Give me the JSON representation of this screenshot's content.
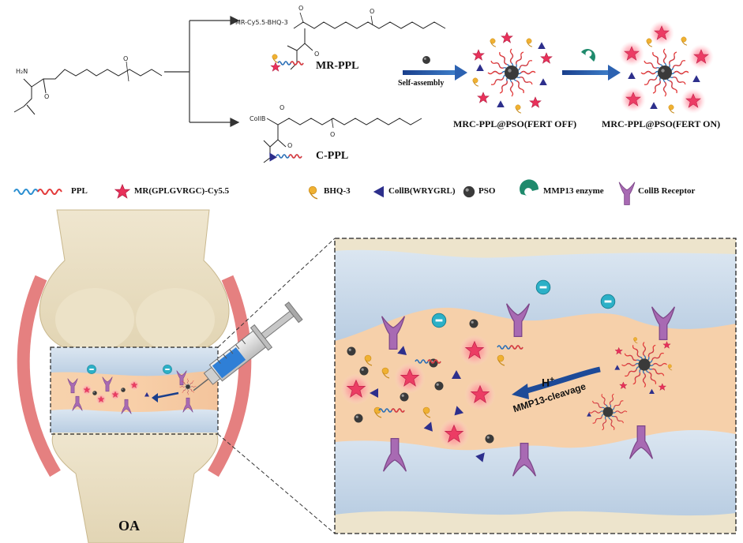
{
  "colors": {
    "blue": "#2b6fb6",
    "red_star": "#e8315a",
    "bhq": "#f0b132",
    "collb": "#2d2f8c",
    "pso": "#3a3a3a",
    "mmp13": "#1f8a6c",
    "receptor": "#a86ab3",
    "cartilage": "#c8d9ea",
    "joint_fluid": "#f5c9a3"
  },
  "top": {
    "chem_left": {
      "nh2": "H₂N",
      "o": "O",
      "o2": "O"
    },
    "chem_top": {
      "prefix": "MR-Cy5.5-BHQ-3",
      "o": "O",
      "o2": "O",
      "o3": "O"
    },
    "chem_bottom": {
      "prefix": "CollB",
      "o": "O",
      "o2": "O",
      "o3": "O"
    },
    "mr_ppl_label": "MR-PPL",
    "c_ppl_label": "C-PPL",
    "self_assembly_label": "Self-assembly",
    "fert_off_label": "MRC-PPL@PSO(FERT OFF)",
    "fert_on_label": "MRC-PPL@PSO(FERT ON)"
  },
  "legend": {
    "items": [
      {
        "icon": "ppl-wave-icon",
        "label": "PPL"
      },
      {
        "icon": "red-star-icon",
        "label": "MR(GPLGVRGC)-Cy5.5"
      },
      {
        "icon": "bhq-icon",
        "label": "BHQ-3"
      },
      {
        "icon": "collb-triangle-icon",
        "label": "CollB(WRYGRL)"
      },
      {
        "icon": "pso-ball-icon",
        "label": "PSO"
      },
      {
        "icon": "mmp13-enzyme-icon",
        "label": "MMP13 enzyme"
      },
      {
        "icon": "collb-receptor-icon",
        "label": "CollB Receptor"
      }
    ]
  },
  "bottom": {
    "oa_label": "OA",
    "h_plus_label": "H",
    "h_plus_sup": "+",
    "cleavage_label": "MMP13-cleavage"
  }
}
